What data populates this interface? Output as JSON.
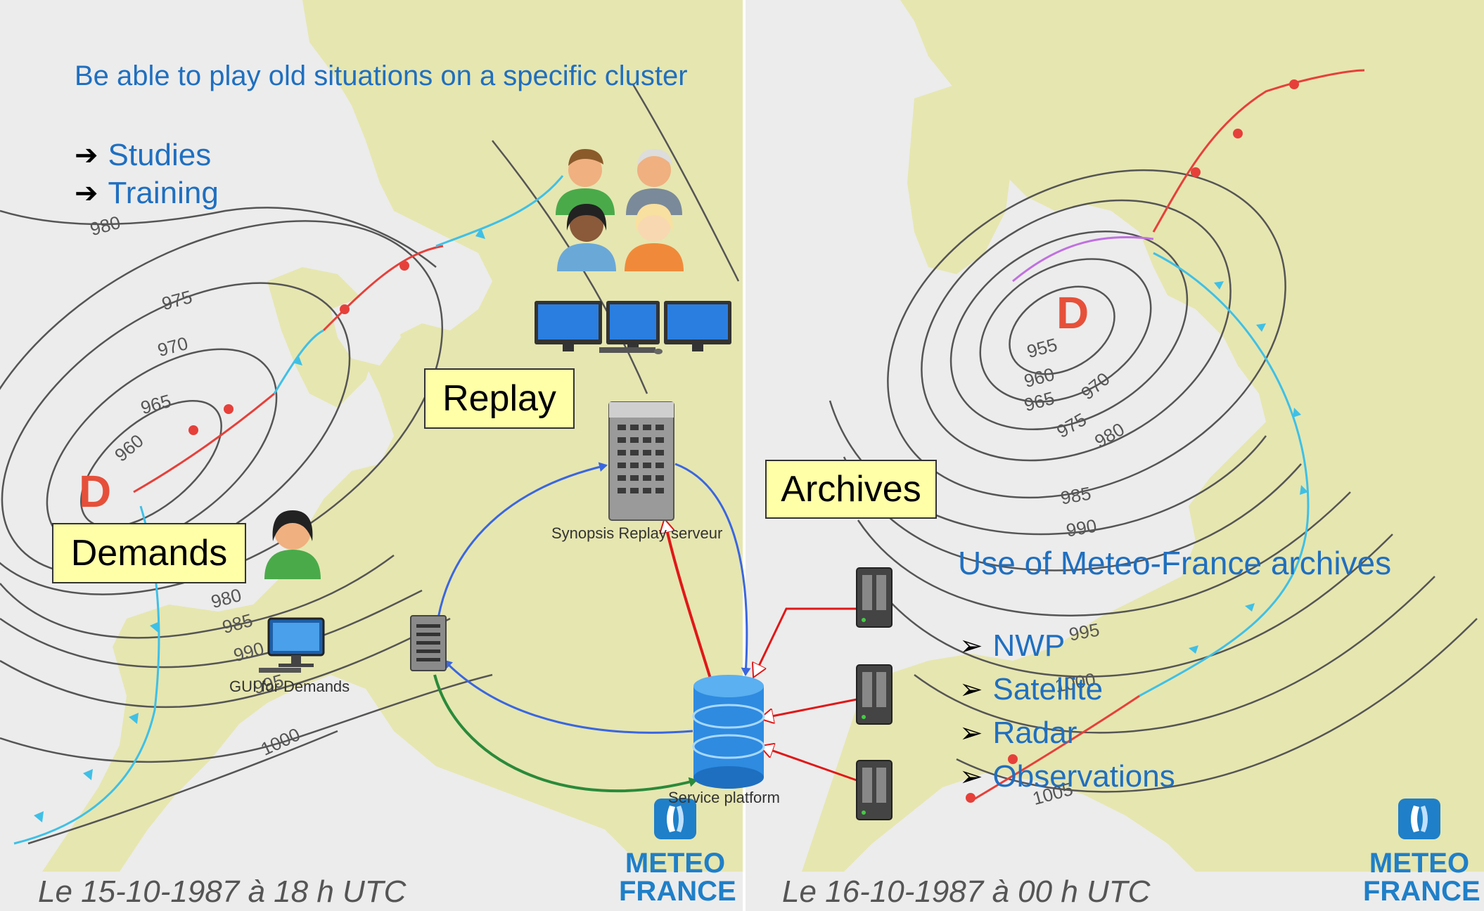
{
  "heading": "Be able to play old situations on a specific cluster",
  "left_bullets": [
    "Studies",
    "Training"
  ],
  "boxes": {
    "replay": "Replay",
    "demands": "Demands",
    "archives": "Archives"
  },
  "labels": {
    "replay_server": "Synopsis Replay serveur",
    "gui": "GUI for Demands",
    "service_platform": "Service platform"
  },
  "right_heading": "Use of Meteo-France archives",
  "right_bullets": [
    "NWP",
    "Satellite",
    "Radar",
    "Observations"
  ],
  "captions": {
    "left": "Le 15-10-1987 à 18 h UTC",
    "right": "Le 16-10-1987 à 00 h UTC"
  },
  "logo": {
    "line1": "METEO",
    "line2": "FRANCE"
  },
  "map_left": {
    "low_label": "D",
    "isobars": [
      "960",
      "965",
      "970",
      "975",
      "980",
      "980",
      "985",
      "990",
      "995",
      "1000"
    ]
  },
  "map_right": {
    "low_label": "D",
    "isobars": [
      "955",
      "960",
      "965",
      "970",
      "975",
      "980",
      "985",
      "990",
      "995",
      "1000",
      "1005"
    ]
  },
  "colors": {
    "land": "#e6e6b0",
    "sea": "#ececec",
    "text_blue": "#1f6fc0",
    "box_fill": "#ffffa8",
    "cold_front": "#3fc0e6",
    "warm_front": "#e6403a",
    "flow_blue": "#3a66e0",
    "flow_red": "#e01818",
    "flow_green": "#2a8a3a"
  }
}
